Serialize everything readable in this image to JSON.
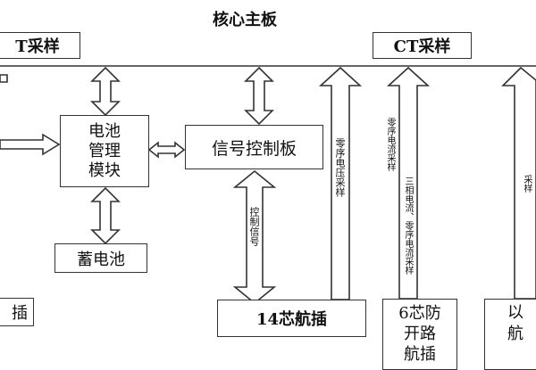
{
  "title": "核心主板",
  "ct_left": "T采样",
  "ct_right": "CT采样",
  "battery_mgmt": [
    "电池",
    "管理",
    "模块"
  ],
  "signal_board": "信号控制板",
  "battery": "蓄电池",
  "left_bottom": "插",
  "connector14": "14芯航插",
  "connector6": [
    "6芯防",
    "开路",
    "航插"
  ],
  "right_bottom": [
    "以",
    "航"
  ],
  "label_control_signal": "控制信号",
  "label_zero_voltage": "零序电压采样",
  "label_zero_current": "零序电流采样",
  "label_three_phase": "三相电流、零序电流采样",
  "label_right_edge": "采样",
  "colors": {
    "stroke": "#333333",
    "text": "#111111",
    "background": "#ffffff"
  }
}
